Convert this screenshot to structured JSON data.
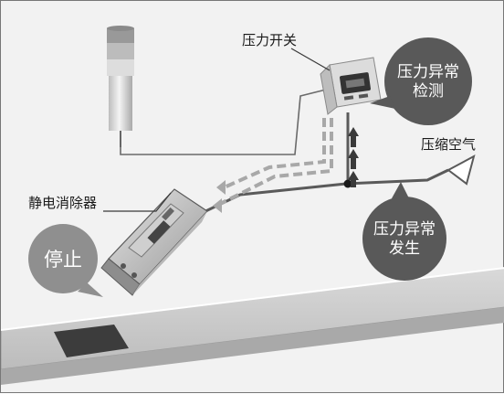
{
  "labels": {
    "pressure_switch": "压力开关",
    "compressed_air": "压缩空气",
    "ionizer": "静电消除器"
  },
  "bubbles": {
    "detection_line1": "压力异常",
    "detection_line2": "检测",
    "occurrence_line1": "压力异常",
    "occurrence_line2": "发生",
    "stop": "停止"
  },
  "colors": {
    "background": "#f2f2f2",
    "bubble_dark": "#595959",
    "bubble_gray": "#8f8f8f",
    "air_line": "#5a5a5a",
    "signal_arrow": "#a8a8a8"
  }
}
